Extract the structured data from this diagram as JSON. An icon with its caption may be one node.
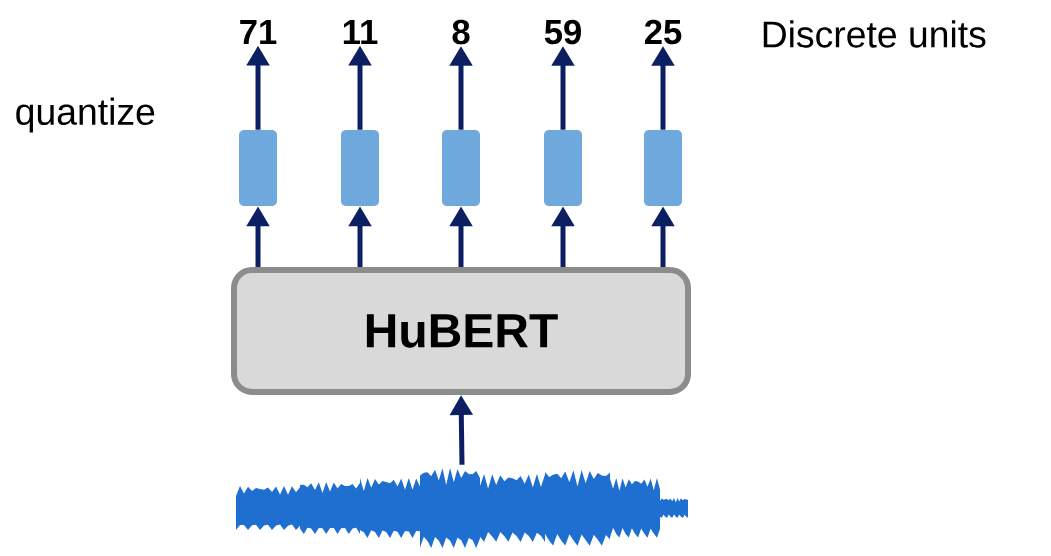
{
  "diagram": {
    "nodes": [
      {
        "text": [
          "HuBERT"
        ]
      },
      {
        "text": [],
        "shape": "box"
      },
      {
        "text": [],
        "shape": "box"
      },
      {
        "text": [],
        "shape": "box"
      },
      {
        "text": [],
        "shape": "box"
      },
      {
        "text": [],
        "shape": "box"
      },
      {
        "text": [
          "71"
        ]
      },
      {
        "text": [
          "11"
        ]
      },
      {
        "text": [
          "8"
        ]
      },
      {
        "text": [
          "59"
        ]
      },
      {
        "text": [
          "25"
        ]
      },
      {
        "text": [],
        "shape": "picture"
      }
    ],
    "edges": [
      {
        "from": 11,
        "to": 0,
        "arrow": "to"
      },
      {
        "from": 0,
        "to": 1,
        "arrow": "to"
      },
      {
        "from": 0,
        "to": 2,
        "arrow": "to"
      },
      {
        "from": 0,
        "to": 3,
        "arrow": "to"
      },
      {
        "from": 0,
        "to": 4,
        "arrow": "to"
      },
      {
        "from": 0,
        "to": 5,
        "arrow": "to"
      },
      {
        "from": 1,
        "to": 6,
        "arrow": "to"
      },
      {
        "from": 2,
        "to": 7,
        "arrow": "to"
      },
      {
        "from": 3,
        "to": 8,
        "arrow": "to"
      },
      {
        "from": 4,
        "to": 9,
        "arrow": "to"
      },
      {
        "from": 5,
        "to": 10,
        "arrow": "to"
      }
    ],
    "labels": [
      "quantize",
      "Discrete units"
    ]
  }
}
